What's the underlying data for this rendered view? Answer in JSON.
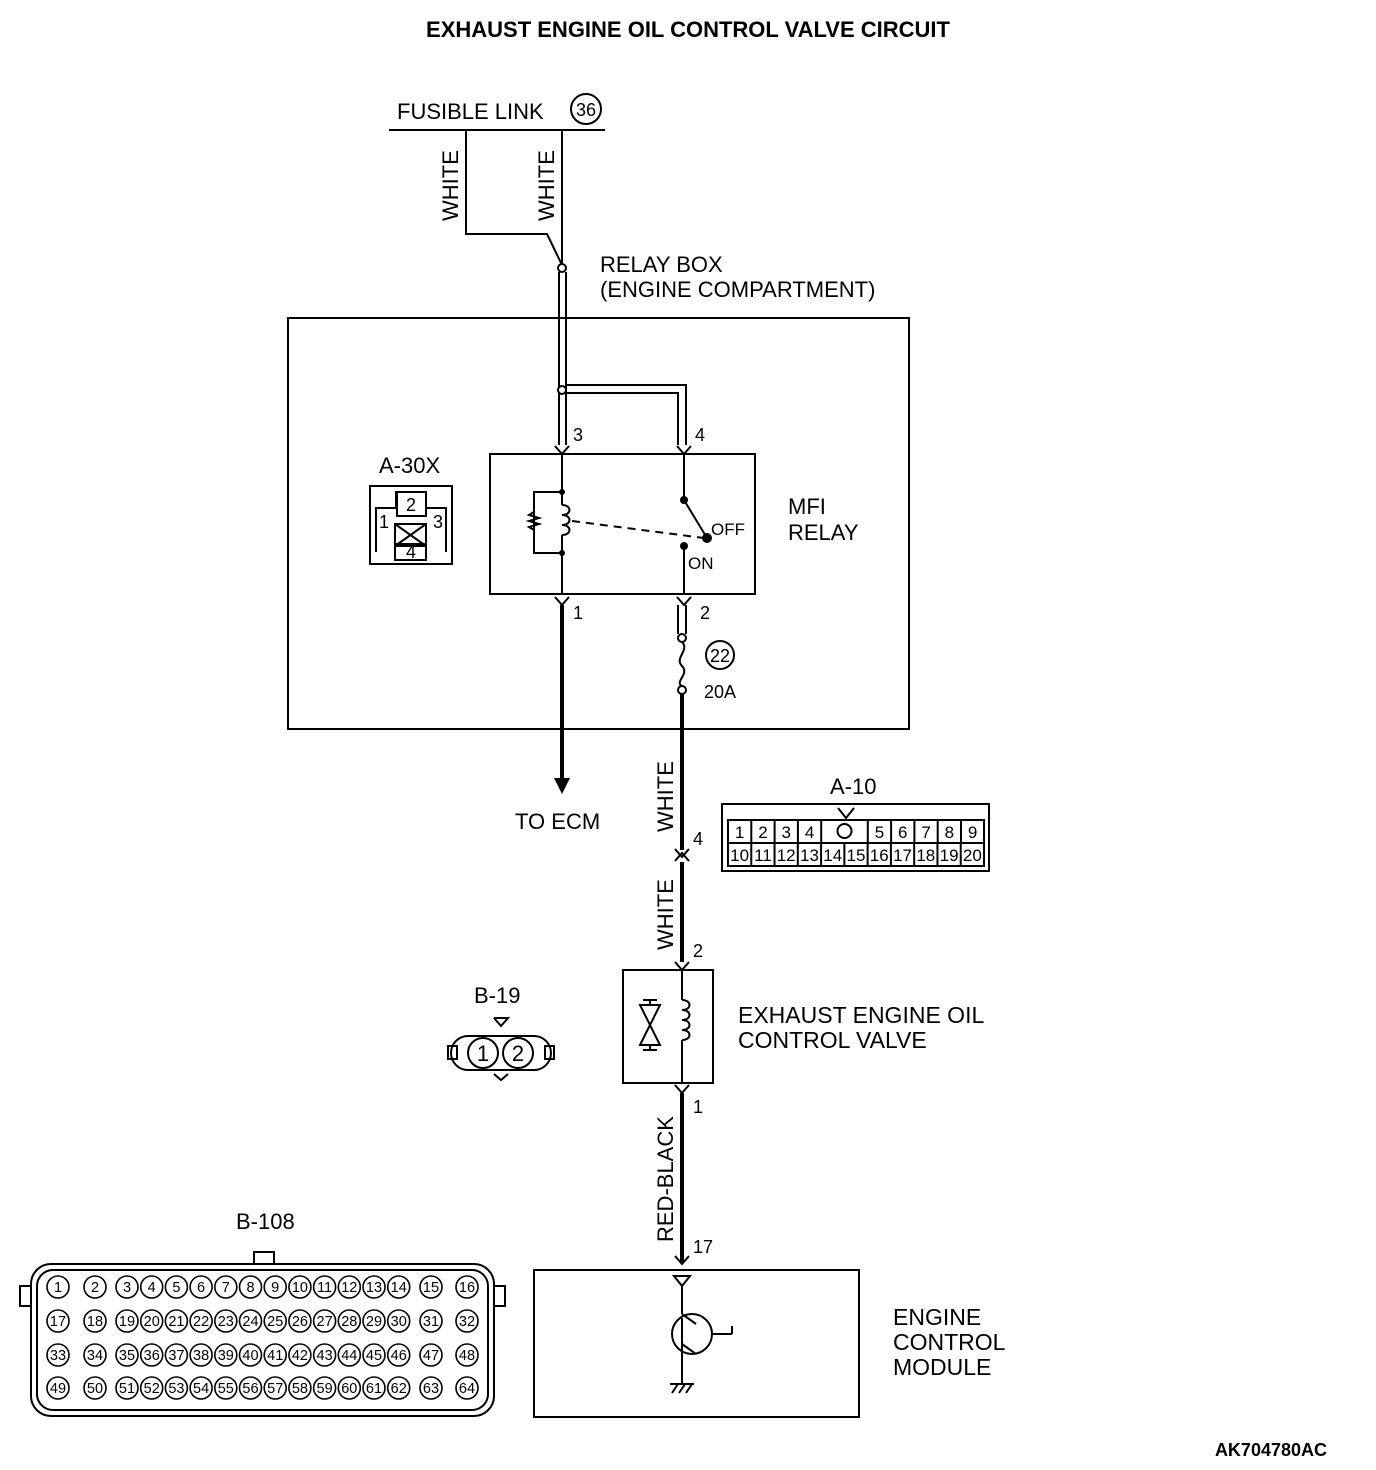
{
  "title": "EXHAUST ENGINE OIL CONTROL VALVE CIRCUIT",
  "fusible_link": {
    "label": "FUSIBLE LINK",
    "number": "36"
  },
  "wires": {
    "white_1": "WHITE",
    "white_2": "WHITE",
    "white_3": "WHITE",
    "white_4": "WHITE",
    "red_black": "RED-BLACK"
  },
  "relay_box": {
    "line1": "RELAY BOX",
    "line2": "(ENGINE COMPARTMENT)"
  },
  "relay": {
    "label_line1": "MFI",
    "label_line2": "RELAY",
    "pin_3": "3",
    "pin_4": "4",
    "pin_1": "1",
    "pin_2": "2",
    "off": "OFF",
    "on": "ON"
  },
  "fuse": {
    "number": "22",
    "rating": "20A"
  },
  "to_ecm": "TO ECM",
  "connector_a30x": {
    "label": "A-30X",
    "pins": [
      "2",
      "1",
      "3",
      "4"
    ]
  },
  "connector_a10": {
    "label": "A-10",
    "row1": [
      "1",
      "2",
      "3",
      "4",
      "5",
      "6",
      "7",
      "8",
      "9"
    ],
    "row2": [
      "10",
      "11",
      "12",
      "13",
      "14",
      "15",
      "16",
      "17",
      "18",
      "19",
      "20"
    ]
  },
  "pin_labels": {
    "a10_pin": "4",
    "valve_top": "2",
    "valve_bottom": "1",
    "ecm_pin": "17"
  },
  "valve": {
    "line1": "EXHAUST ENGINE OIL",
    "line2": "CONTROL VALVE"
  },
  "connector_b19": {
    "label": "B-19",
    "pins": [
      "1",
      "2"
    ]
  },
  "connector_b108": {
    "label": "B-108",
    "rows": [
      [
        "1",
        "2",
        "3",
        "4",
        "5",
        "6",
        "7",
        "8",
        "9",
        "10",
        "11",
        "12",
        "13",
        "14",
        "15",
        "16"
      ],
      [
        "17",
        "18",
        "19",
        "20",
        "21",
        "22",
        "23",
        "24",
        "25",
        "26",
        "27",
        "28",
        "29",
        "30",
        "31",
        "32"
      ],
      [
        "33",
        "34",
        "35",
        "36",
        "37",
        "38",
        "39",
        "40",
        "41",
        "42",
        "43",
        "44",
        "45",
        "46",
        "47",
        "48"
      ],
      [
        "49",
        "50",
        "51",
        "52",
        "53",
        "54",
        "55",
        "56",
        "57",
        "58",
        "59",
        "60",
        "61",
        "62",
        "63",
        "64"
      ]
    ]
  },
  "ecm": {
    "line1": "ENGINE",
    "line2": "CONTROL",
    "line3": "MODULE"
  },
  "figure_code": "AK704780AC"
}
